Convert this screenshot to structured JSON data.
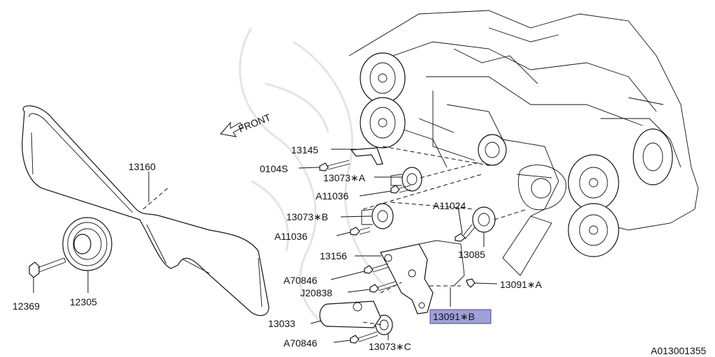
{
  "front_label": "FRONT",
  "diagram_code": "A013001355",
  "parts": {
    "p13145": "13145",
    "p0104s": "0104S",
    "p13073a": "13073∗A",
    "pA11036a": "A11036",
    "p13073b": "13073∗B",
    "pA11036b": "A11036",
    "pA11024": "A11024",
    "p13085": "13085",
    "p13156": "13156",
    "pA70846a": "A70846",
    "pJ20838": "J20838",
    "p13091a": "13091∗A",
    "p13091b": "13091∗B",
    "p13033": "13033",
    "pA70846b": "A70846",
    "p13073c": "13073∗C",
    "p13160": "13160",
    "p12305": "12305",
    "p12369": "12369"
  },
  "highlight_color": "#9fa0d8"
}
